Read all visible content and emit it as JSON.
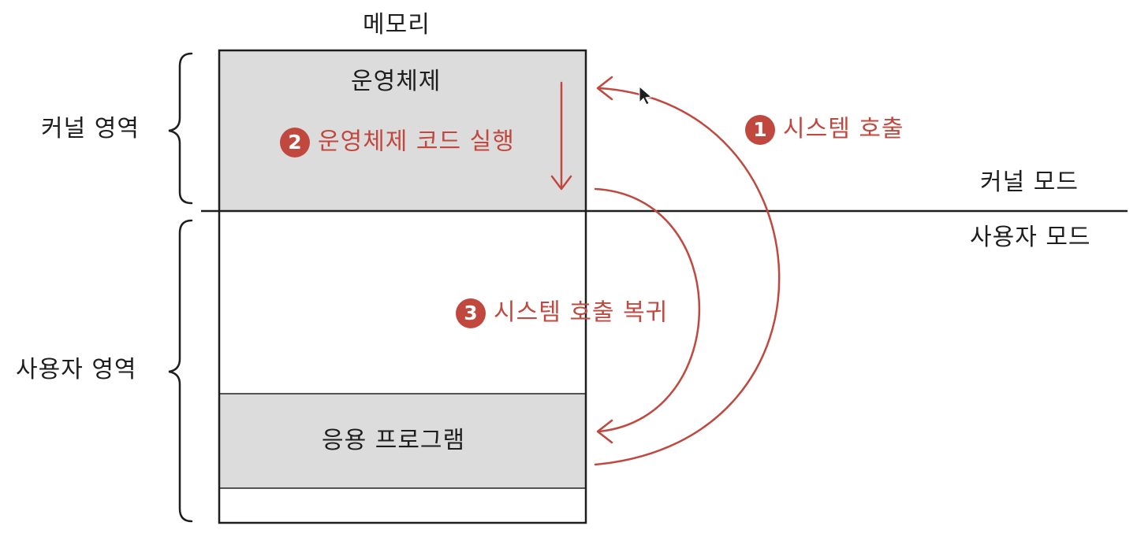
{
  "memory_title": "메모리",
  "regions": {
    "os": "운영체제",
    "app": "응용 프로그램"
  },
  "areas": {
    "kernel": "커널 영역",
    "user": "사용자 영역"
  },
  "modes": {
    "kernel": "커널 모드",
    "user": "사용자 모드"
  },
  "steps": [
    {
      "num": "1",
      "label": "시스템 호출"
    },
    {
      "num": "2",
      "label": "운영체제 코드 실행"
    },
    {
      "num": "3",
      "label": "시스템 호출 복귀"
    }
  ],
  "colors": {
    "accent": "#c0483e",
    "fill": "#dcdcdc",
    "ink": "#1e1e1e"
  }
}
